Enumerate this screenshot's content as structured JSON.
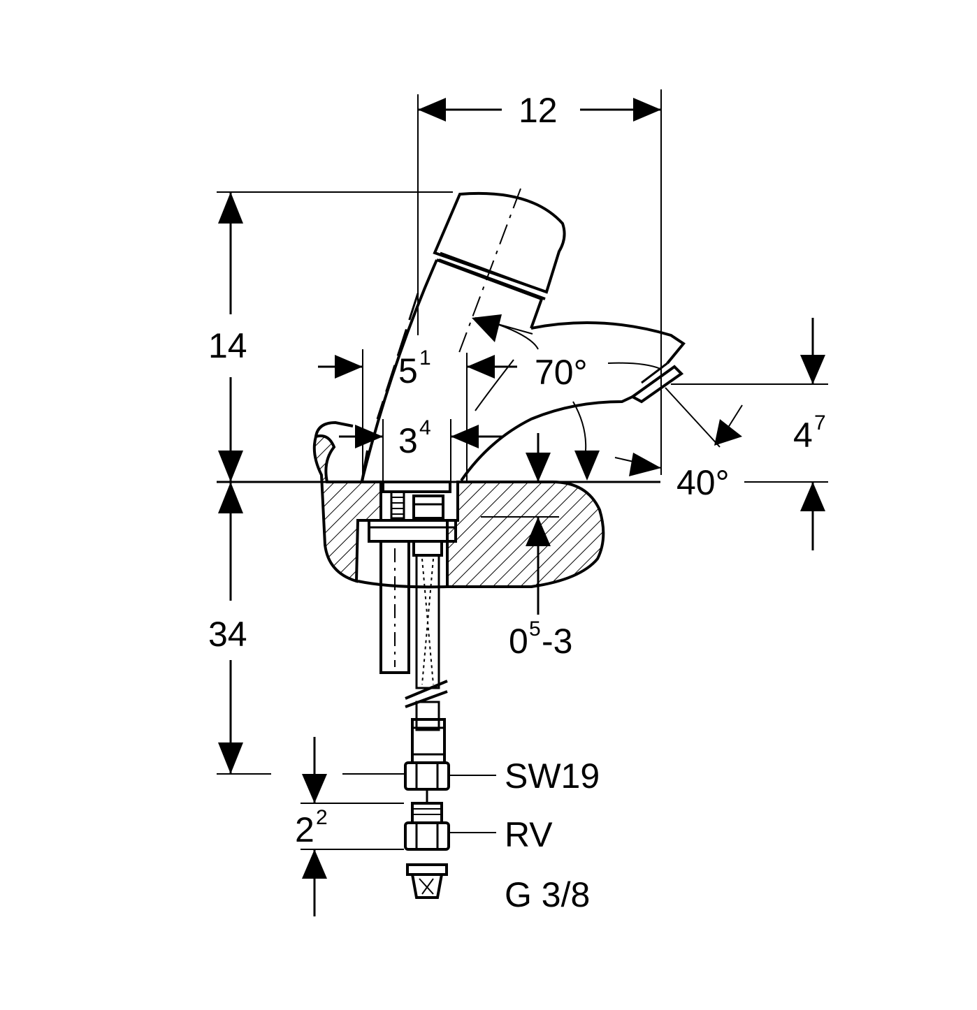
{
  "diagram": {
    "dimensions": {
      "top_width": "12",
      "total_height_above": "14",
      "spout_base_width_main": "5",
      "spout_base_width_sup": "1",
      "hole_width_main": "3",
      "hole_width_sup": "4",
      "spout_angle": "70°",
      "outlet_angle": "40°",
      "outlet_height_main": "4",
      "outlet_height_sup": "7",
      "below_depth": "34",
      "deck_thickness_main": "0",
      "deck_thickness_sup": "5",
      "deck_thickness_tail": "-3",
      "fitting_height_main": "2",
      "fitting_height_sup": "2"
    },
    "callouts": {
      "nut": "SW19",
      "valve": "RV",
      "thread": "G 3/8"
    }
  }
}
